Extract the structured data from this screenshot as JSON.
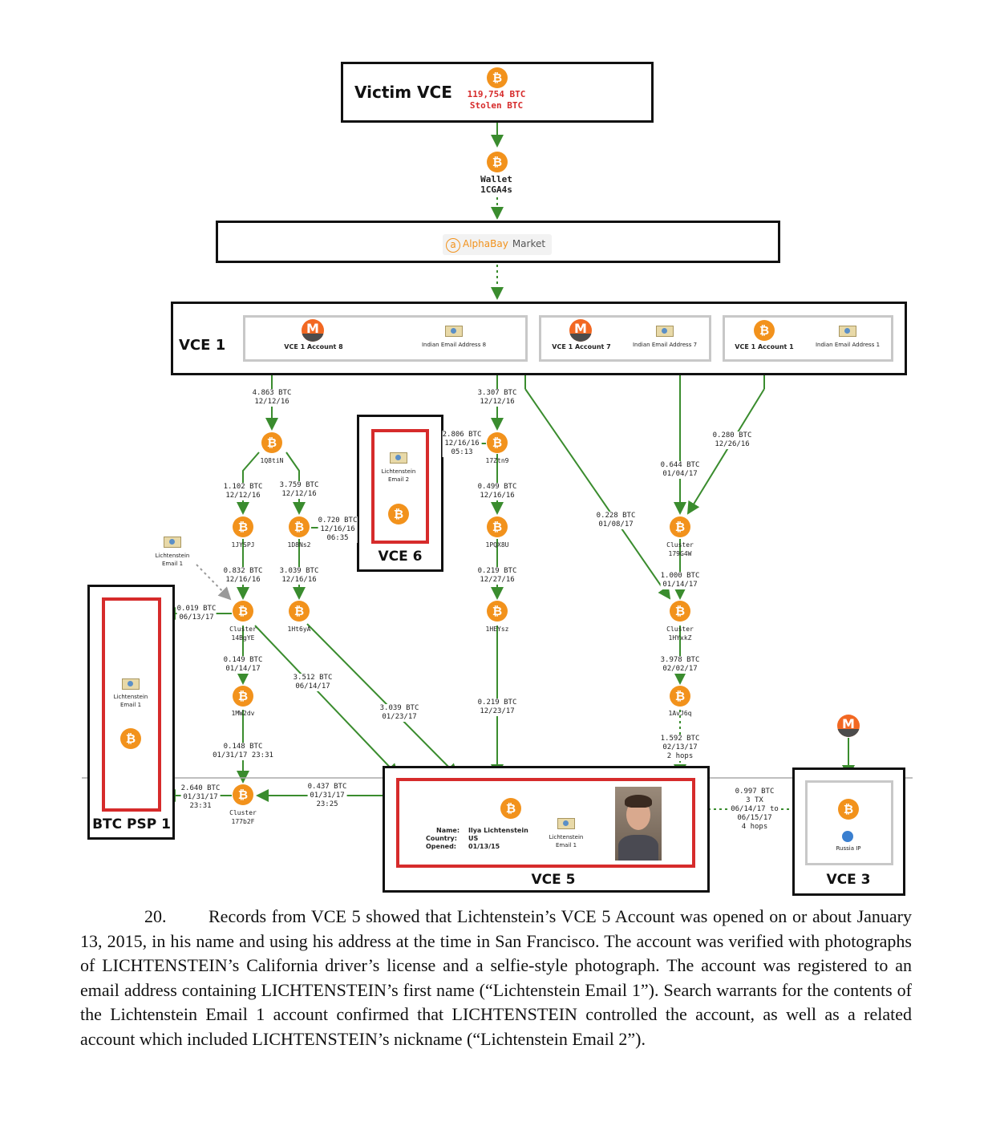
{
  "victim": {
    "title": "Victim VCE",
    "amount": "119,754 BTC",
    "stolen": "Stolen BTC"
  },
  "wallet": {
    "label": "Wallet",
    "address": "1CGA4s"
  },
  "market": {
    "name_a": "AlphaBay",
    "name_b": " Market"
  },
  "vce1": {
    "title": "VCE 1",
    "acct8": "VCE 1 Account 8",
    "email8": "Indian Email Address 8",
    "acct7": "VCE 1 Account 7",
    "email7": "Indian Email Address 7",
    "acct1": "VCE 1 Account 1",
    "email1": "Indian Email Address 1"
  },
  "vce6": {
    "title": "VCE 6",
    "email": "Lichtenstein\nEmail 2"
  },
  "btcpsp1": {
    "title": "BTC PSP 1",
    "email": "Lichtenstein\nEmail 1"
  },
  "vce5": {
    "title": "VCE 5",
    "name_label": "Name:",
    "country_label": "Country:",
    "opened_label": "Opened:",
    "name": "Ilya Lichtenstein",
    "country": "US",
    "opened": "01/13/15",
    "email": "Lichtenstein\nEmail 1"
  },
  "vce3": {
    "title": "VCE 3",
    "ip": "Russia IP"
  },
  "email_float": "Lichtenstein\nEmail 1",
  "nodes": {
    "n1Q8tN": "1Q8tiN",
    "n17Ztn9": "17Ztn9",
    "n1JYSPJ": "1JYSPJ",
    "n1D8Ns2": "1D8Ns2",
    "n1PQX8U": "1PQX8U",
    "c179G4W": "Cluster\n179G4W",
    "c14BgYE": "Cluster\n14BgYE",
    "n1Ht6yA": "1Ht6yA",
    "n1HEYsz": "1HEYsz",
    "c1HYxkZ": "Cluster\n1HYxkZ",
    "n1MW2dv": "1MW2dv",
    "n1AvJ6q": "1AvJ6q",
    "c177b2F": "Cluster\n177b2F"
  },
  "edges": {
    "e1": "4.863 BTC\n12/12/16",
    "e2": "3.307 BTC\n12/12/16",
    "e3": "2.806 BTC\n12/16/16\n05:13",
    "e4": "0.280 BTC\n12/26/16",
    "e5": "0.644 BTC\n01/04/17",
    "e6": "1.102 BTC\n12/12/16",
    "e7": "3.759 BTC\n12/12/16",
    "e8": "0.499 BTC\n12/16/16",
    "e9": "0.228 BTC\n01/08/17",
    "e10": "0.720 BTC\n12/16/16\n06:35",
    "e11": "0.832 BTC\n12/16/16",
    "e12": "3.039 BTC\n12/16/16",
    "e13": "0.219 BTC\n12/27/16",
    "e14": "1.000 BTC\n01/14/17",
    "e15": "0.019 BTC\n06/13/17",
    "e16": "0.149 BTC\n01/14/17",
    "e17": "3.512 BTC\n06/14/17",
    "e18": "3.978 BTC\n02/02/17",
    "e19": "3.039 BTC\n01/23/17",
    "e20": "0.219 BTC\n12/23/17",
    "e21": "0.148 BTC\n01/31/17 23:31",
    "e22": "1.592 BTC\n02/13/17\n2 hops",
    "e23": "2.640 BTC\n01/31/17\n23:31",
    "e24": "0.437 BTC\n01/31/17\n23:25",
    "e25": "0.997 BTC\n3 TX\n06/14/17 to\n06/15/17\n4 hops"
  },
  "paragraph": {
    "number": "20.",
    "text": "Records from VCE 5 showed that Lichtenstein’s VCE 5 Account was opened on or about January 13, 2015, in his name and using his address at the time in San Francisco.  The account was verified with photographs of LICHTENSTEIN’s California driver’s license and a selfie-style photograph.  The account was registered to an email address containing LICHTENSTEIN’s first name (“Lichtenstein Email 1”).  Search warrants for the contents of the Lichtenstein Email 1 account confirmed that LICHTENSTEIN controlled the account, as well as a related account which included LICHTENSTEIN’s nickname (“Lichtenstein Email 2”)."
  },
  "colors": {
    "arrow": "#3a8c2e",
    "red": "#d62b2b",
    "btc": "#f2921c"
  }
}
